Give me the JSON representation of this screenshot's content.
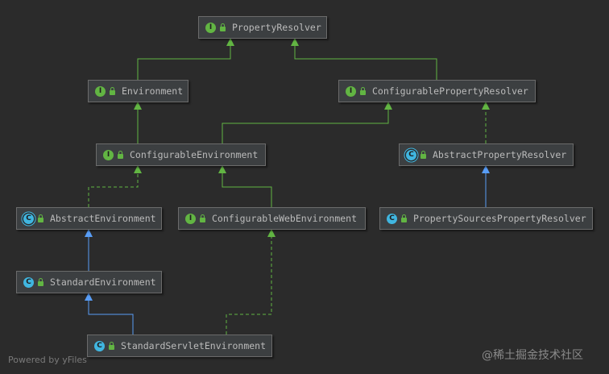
{
  "diagram": {
    "nodes": {
      "property_resolver": {
        "kind": "I",
        "label": "PropertyResolver"
      },
      "environment": {
        "kind": "I",
        "label": "Environment"
      },
      "configurable_property_resolver": {
        "kind": "I",
        "label": "ConfigurablePropertyResolver"
      },
      "configurable_environment": {
        "kind": "I",
        "label": "ConfigurableEnvironment"
      },
      "abstract_property_resolver": {
        "kind": "C",
        "label": "AbstractPropertyResolver"
      },
      "abstract_environment": {
        "kind": "C",
        "label": "AbstractEnvironment"
      },
      "configurable_web_environment": {
        "kind": "I",
        "label": "ConfigurableWebEnvironment"
      },
      "property_sources_property_resolver": {
        "kind": "C",
        "label": "PropertySourcesPropertyResolver"
      },
      "standard_environment": {
        "kind": "C",
        "label": "StandardEnvironment"
      },
      "standard_servlet_environment": {
        "kind": "C",
        "label": "StandardServletEnvironment"
      }
    },
    "edges": [
      {
        "from": "environment",
        "to": "property_resolver",
        "type": "extends"
      },
      {
        "from": "configurable_property_resolver",
        "to": "property_resolver",
        "type": "extends"
      },
      {
        "from": "configurable_environment",
        "to": "environment",
        "type": "extends"
      },
      {
        "from": "configurable_environment",
        "to": "configurable_property_resolver",
        "type": "extends"
      },
      {
        "from": "abstract_property_resolver",
        "to": "configurable_property_resolver",
        "type": "implements"
      },
      {
        "from": "abstract_environment",
        "to": "configurable_environment",
        "type": "implements"
      },
      {
        "from": "configurable_web_environment",
        "to": "configurable_environment",
        "type": "extends"
      },
      {
        "from": "property_sources_property_resolver",
        "to": "abstract_property_resolver",
        "type": "class-extends"
      },
      {
        "from": "standard_environment",
        "to": "abstract_environment",
        "type": "class-extends"
      },
      {
        "from": "standard_servlet_environment",
        "to": "standard_environment",
        "type": "class-extends"
      },
      {
        "from": "standard_servlet_environment",
        "to": "configurable_web_environment",
        "type": "implements"
      }
    ]
  },
  "colors": {
    "interface_edge": "#62b543",
    "class_edge": "#589df6",
    "interface_badge": "#62b543",
    "class_badge": "#40b6e0"
  },
  "icons": {
    "interface_badge": "interface-icon",
    "class_badge": "class-icon",
    "abstract_badge": "abstract-class-icon",
    "visibility": "public-lock-icon"
  },
  "footer": {
    "powered_by": "Powered by yFiles"
  },
  "watermark": {
    "text": "@稀土掘金技术社区"
  }
}
